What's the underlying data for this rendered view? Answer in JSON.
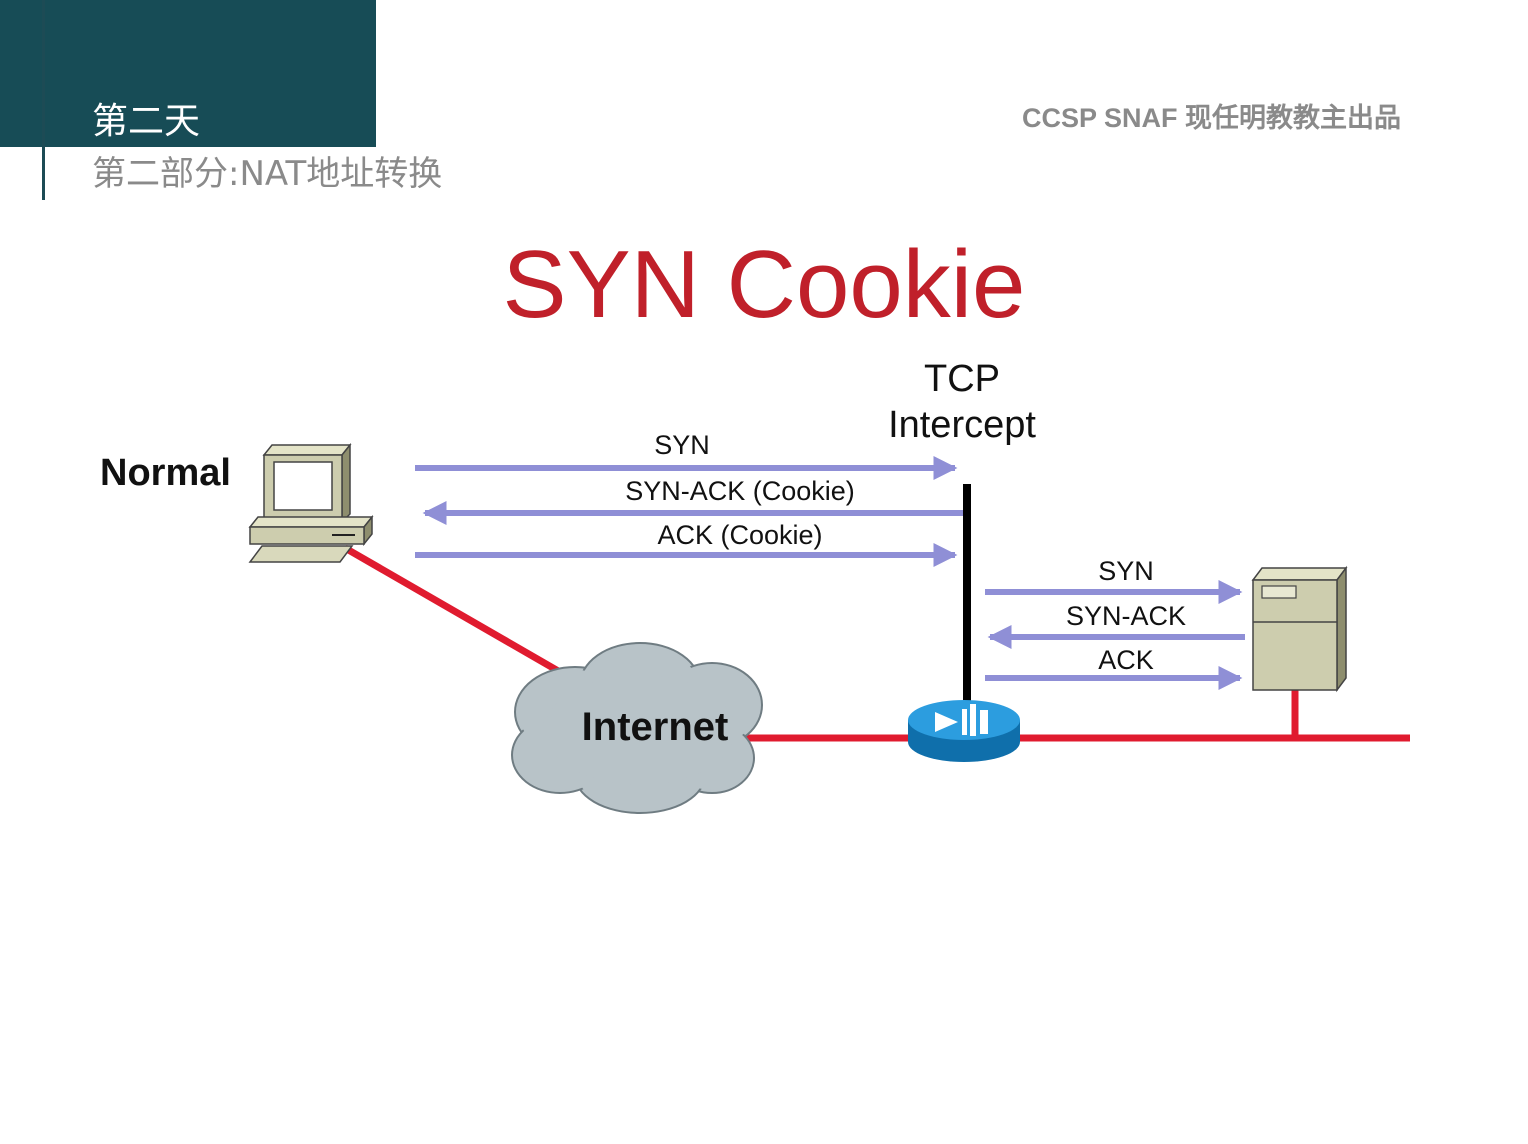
{
  "header": {
    "day": "第二天",
    "section": "第二部分:NAT地址转换",
    "brand": "CCSP SNAF  现任明教教主出品",
    "banner_color": "#174c56"
  },
  "title": "SYN Cookie",
  "diagram": {
    "client_label": "Normal",
    "router_label_line1": "TCP",
    "router_label_line2": "Intercept",
    "cloud_label": "Internet",
    "client_router_messages": [
      "SYN",
      "SYN-ACK (Cookie)",
      "ACK (Cookie)"
    ],
    "router_server_messages": [
      "SYN",
      "SYN-ACK",
      "ACK"
    ],
    "colors": {
      "title": "#c0202a",
      "link": "#e01b2f",
      "arrow": "#8f8fd6",
      "router": "#1f8fd0",
      "cloud": "#b8c3c8"
    },
    "icons": [
      "desktop-computer-icon",
      "internet-cloud-icon",
      "router-icon",
      "server-icon"
    ]
  }
}
